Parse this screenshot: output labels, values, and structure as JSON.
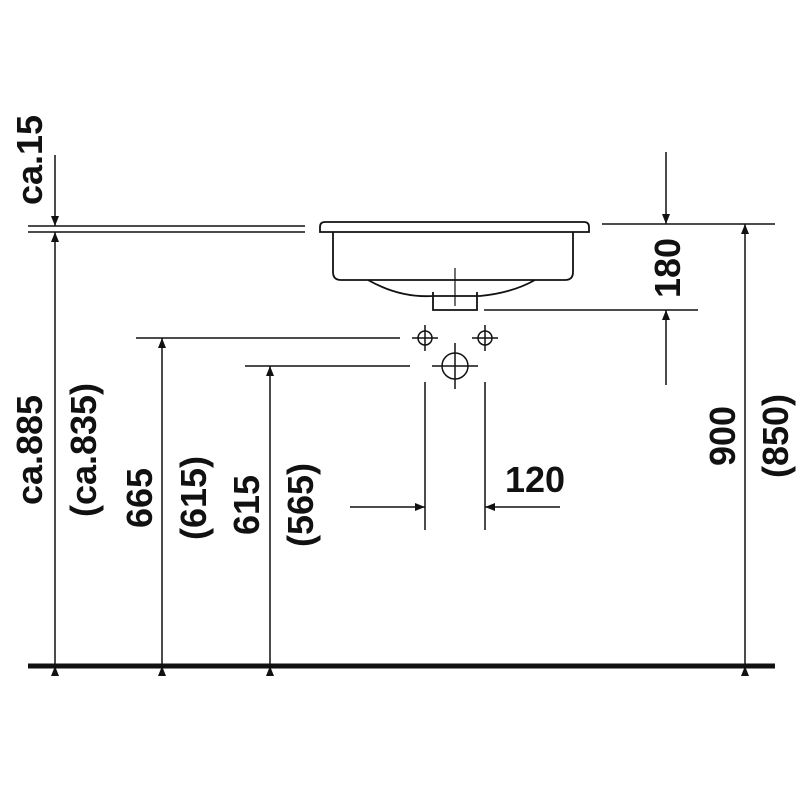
{
  "colors": {
    "line": "#111111",
    "background": "#ffffff"
  },
  "dimensions": {
    "top_gap": "ca.15",
    "total_height": "ca.885",
    "total_height_alt": "(ca.835)",
    "supply_height": "665",
    "supply_height_alt": "(615)",
    "waste_height": "615",
    "waste_height_alt": "(565)",
    "supply_spacing": "120",
    "basin_depth": "180",
    "counter_height": "900",
    "counter_height_alt": "(850)"
  }
}
